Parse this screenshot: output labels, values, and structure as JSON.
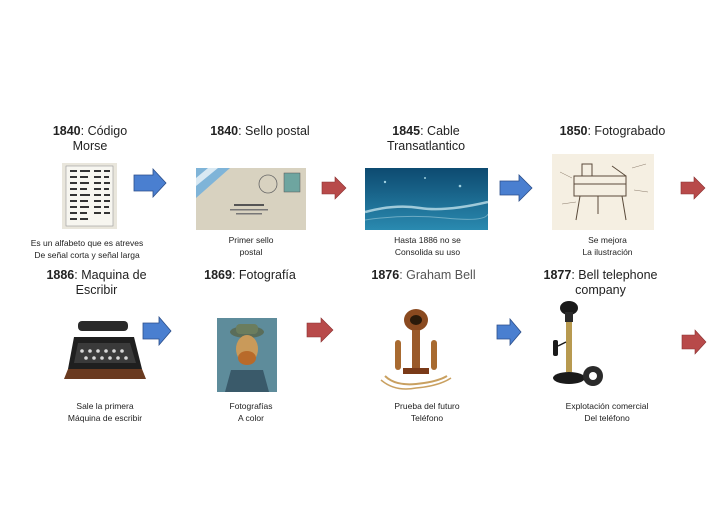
{
  "row1": [
    {
      "year": "1840",
      "title": ": Código",
      "title2": "Morse",
      "caption1": "Es un alfabeto que es atreves",
      "caption2": "De señal corta y señal larga"
    },
    {
      "year": "1840",
      "title": ": Sello postal",
      "title2": "",
      "caption1": "Primer sello",
      "caption2": "postal"
    },
    {
      "year": "1845",
      "title": ": Cable",
      "title2": "Transatlantico",
      "caption1": "Hasta 1886 no se",
      "caption2": "Consolida su uso"
    },
    {
      "year": "1850",
      "title": ": Fotograbado",
      "title2": "",
      "caption1": "Se  mejora",
      "caption2": "La ilustración"
    }
  ],
  "row2": [
    {
      "year": "1886",
      "title": ": Maquina de",
      "title2": "Escribir",
      "caption1": "Sale la primera",
      "caption2": "Máquina de escribir"
    },
    {
      "year": "1869",
      "title": ": Fotografía",
      "title2": "",
      "caption1": "Fotografías",
      "caption2": "A color"
    },
    {
      "year": "1876",
      "title": ": Graham Bell",
      "title2": "",
      "caption1": "Prueba del futuro",
      "caption2": "Teléfono"
    },
    {
      "year": "1877",
      "title": ": Bell telephone",
      "title2": "company",
      "caption1": "Explotación comercial",
      "caption2": "Del teléfono"
    }
  ],
  "colors": {
    "blue_arrow": "#4a7fd0",
    "red_arrow": "#b84a4a"
  },
  "icons": [
    "telegraph-chart-icon",
    "postal-envelope-icon",
    "undersea-cable-icon",
    "engraving-machine-icon",
    "typewriter-icon",
    "portrait-photo-icon",
    "telephone-prototype-icon",
    "candlestick-phone-icon"
  ]
}
